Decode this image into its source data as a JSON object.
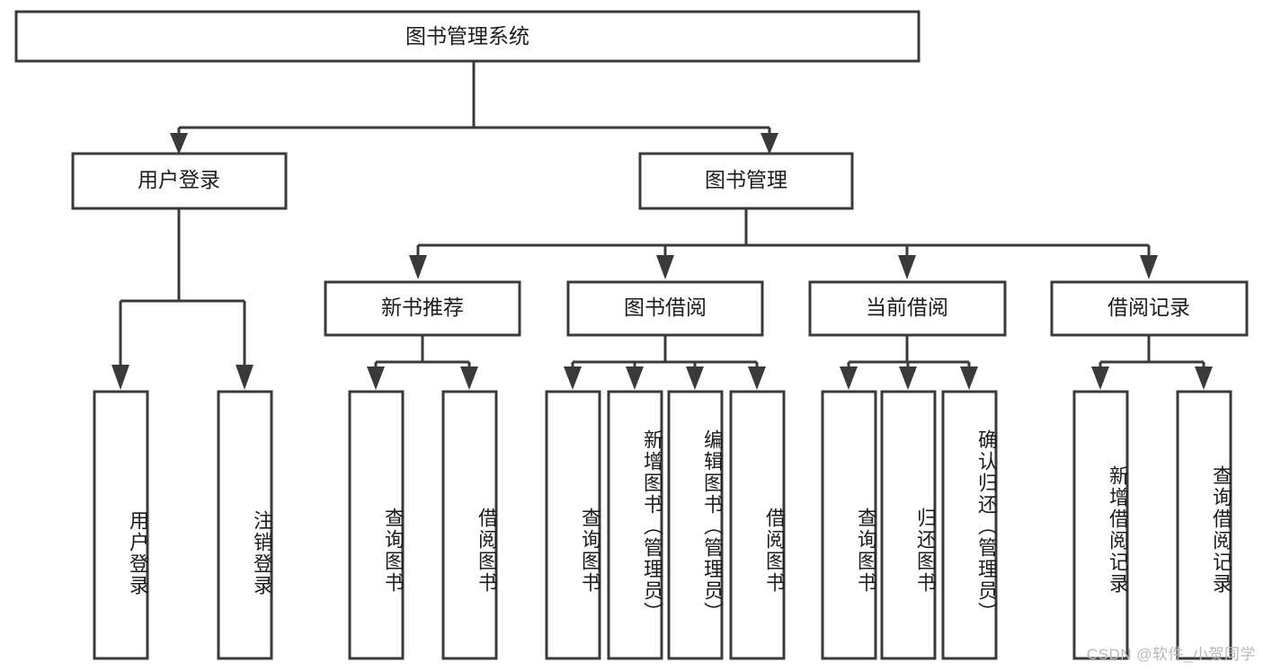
{
  "diagram": {
    "title": "图书管理系统",
    "type": "tree-hierarchy-flowchart",
    "watermark": "CSDN @软件_小贺同学",
    "colors": {
      "box_stroke": "#3a3a3a",
      "box_fill": "#ffffff",
      "text": "#1c1c1c",
      "background": "#ffffff",
      "watermark": "#b9b9b9"
    },
    "root": {
      "label": "图书管理系统"
    },
    "level2": [
      {
        "label": "用户登录"
      },
      {
        "label": "图书管理"
      }
    ],
    "level3": [
      {
        "label": "新书推荐"
      },
      {
        "label": "图书借阅"
      },
      {
        "label": "当前借阅"
      },
      {
        "label": "借阅记录"
      }
    ],
    "leaves": {
      "user_login": [
        {
          "label": "用户登录"
        },
        {
          "label": "注销登录"
        }
      ],
      "new_book_recommend": [
        {
          "label": "查询图书"
        },
        {
          "label": "借阅图书"
        }
      ],
      "book_borrow": [
        {
          "label": "查询图书"
        },
        {
          "label": "新增图书（管理员）"
        },
        {
          "label": "编辑图书（管理员）"
        },
        {
          "label": "借阅图书"
        }
      ],
      "current_borrow": [
        {
          "label": "查询图书"
        },
        {
          "label": "归还图书"
        },
        {
          "label": "确认归还（管理员）"
        }
      ],
      "borrow_record": [
        {
          "label": "新增借阅记录"
        },
        {
          "label": "查询借阅记录"
        }
      ]
    }
  }
}
